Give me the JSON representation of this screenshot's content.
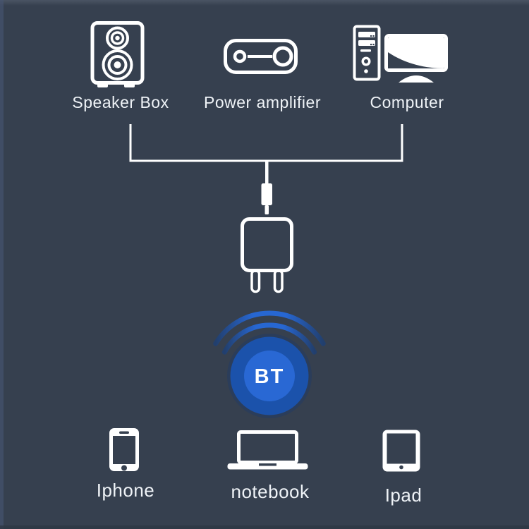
{
  "title": "bluetooth-receiver-connectivity-diagram",
  "hub": {
    "label": "BT",
    "icon": "bluetooth-hub-icon"
  },
  "sources": {
    "items": [
      {
        "label": "Speaker Box",
        "icon": "speaker-icon"
      },
      {
        "label": "Power amplifier",
        "icon": "amplifier-icon"
      },
      {
        "label": "Computer",
        "icon": "desktop-computer-icon"
      }
    ]
  },
  "adapter": {
    "icon": "usb-power-adapter-icon",
    "plug_icon": "audio-jack-plug-icon"
  },
  "receivers": {
    "items": [
      {
        "label": "Iphone",
        "icon": "smartphone-icon"
      },
      {
        "label": "notebook",
        "icon": "laptop-icon"
      },
      {
        "label": "Ipad",
        "icon": "tablet-icon"
      }
    ]
  },
  "colors": {
    "background": "#36404f",
    "line": "#ffffff",
    "text": "#eff3f7",
    "bt_outer": "#1b52ab",
    "bt_inner": "#2968d4",
    "bt_halo": "#1e3a68",
    "arc_mid": "#2767d3",
    "arc_edge": "#223f6d"
  }
}
